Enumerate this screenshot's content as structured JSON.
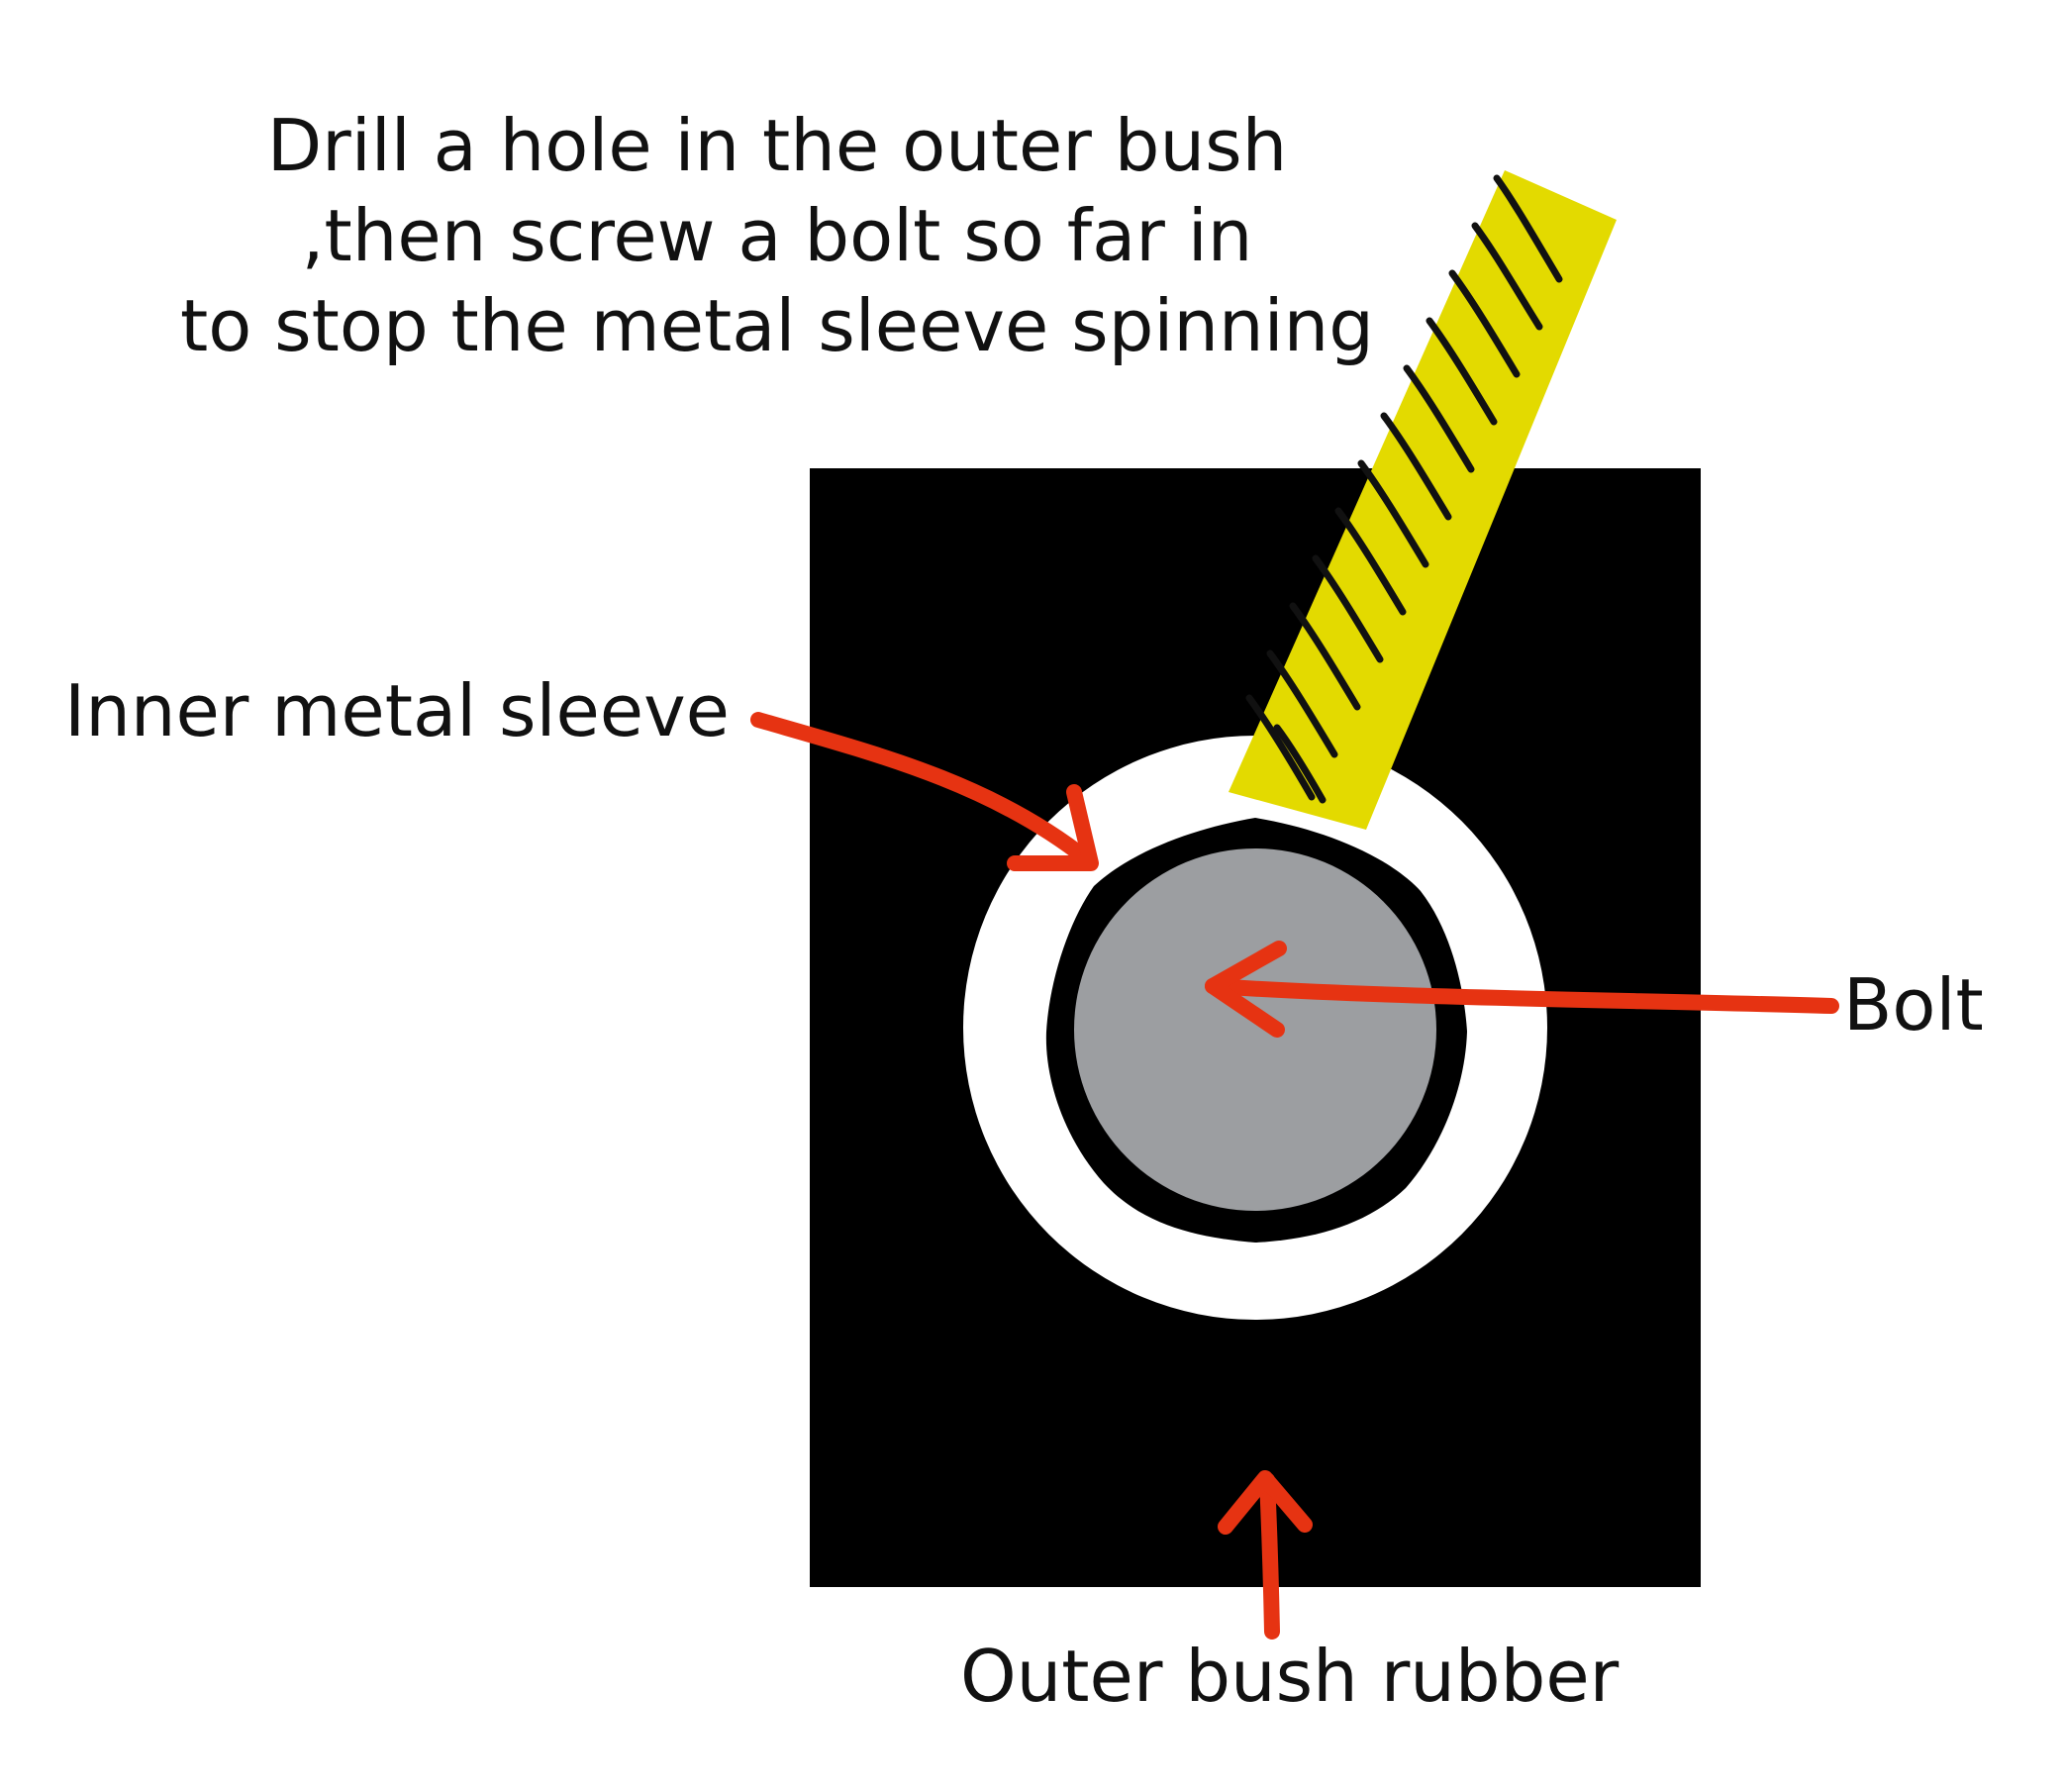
{
  "instruction": {
    "line1": "Drill a hole in the outer bush",
    "line2": ",then screw a bolt so far in",
    "line3": "to stop the metal sleeve spinning"
  },
  "labels": {
    "inner_sleeve": "Inner metal sleeve",
    "bolt": "Bolt",
    "outer_bush": "Outer bush rubber"
  },
  "colors": {
    "outer_bush": "#000000",
    "gap": "#ffffff",
    "sleeve_outline": "#000000",
    "bolt_core": "#9c9ea1",
    "screw": "#e3da00",
    "arrow": "#e63312",
    "text": "#111111"
  }
}
